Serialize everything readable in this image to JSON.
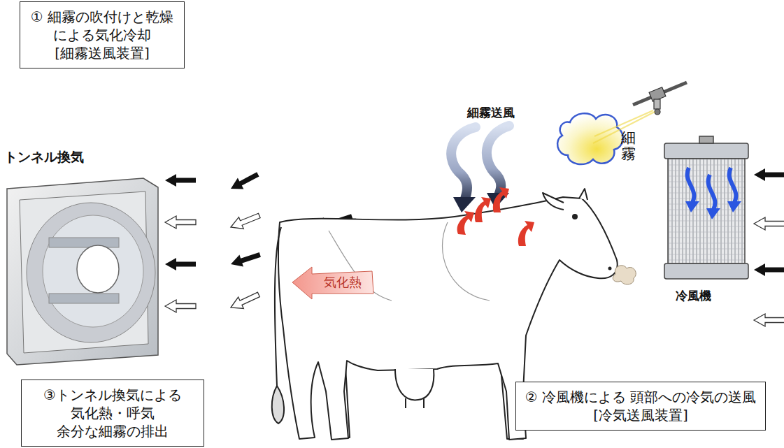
{
  "diagram": {
    "nodes": [
      {
        "text": [
          "① 細霧の吹付けと乾燥 による気化冷却",
          "[細霧送風装置]"
        ]
      },
      {
        "text": [
          "③トンネル換気による 気化熱・呼気 余分な細霧の排出"
        ]
      },
      {
        "text": [
          "② 冷風機による 頭部への冷気の送風",
          "[冷気送風装置]"
        ]
      }
    ],
    "labels": [
      "トンネル換気",
      "細霧送風",
      "細霧",
      "冷風機",
      "気化熱"
    ]
  }
}
